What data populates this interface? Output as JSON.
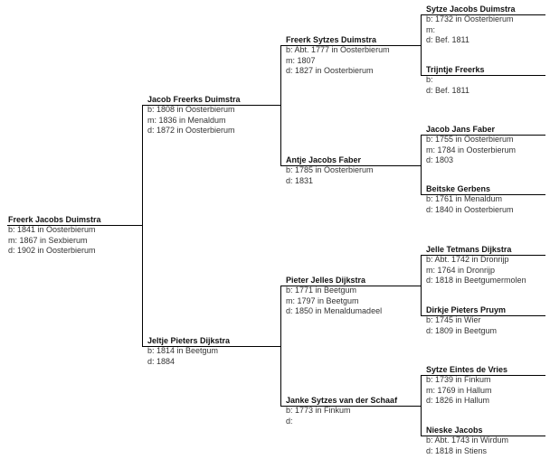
{
  "tree": {
    "root": {
      "name": "Freerk Jacobs Duimstra",
      "details": [
        "b: 1841 in Oosterbierum",
        "m: 1867 in Sexbierum",
        "d: 1902 in Oosterbierum"
      ]
    },
    "parents": [
      {
        "name": "Jacob Freerks Duimstra",
        "details": [
          "b: 1808 in Oosterbierum",
          "m: 1836 in Menaldum",
          "d: 1872 in Oosterbierum"
        ]
      },
      {
        "name": "Jeltje Pieters Dijkstra",
        "details": [
          "b: 1814 in Beetgum",
          "d: 1884"
        ]
      }
    ],
    "grandparents": [
      {
        "name": "Freerk Sytzes Duimstra",
        "details": [
          "b: Abt. 1777 in Oosterbierum",
          "m: 1807",
          "d: 1827 in Oosterbierum"
        ]
      },
      {
        "name": "Antje Jacobs Faber",
        "details": [
          "b: 1785 in Oosterbierum",
          "d: 1831"
        ]
      },
      {
        "name": "Pieter Jelles Dijkstra",
        "details": [
          "b: 1771 in Beetgum",
          "m: 1797 in Beetgum",
          "d: 1850 in Menaldumadeel"
        ]
      },
      {
        "name": "Janke Sytzes van der Schaaf",
        "details": [
          "b: 1773 in Finkum",
          "d:"
        ]
      }
    ],
    "great_grandparents": [
      {
        "name": "Sytze Jacobs Duimstra",
        "details": [
          "b: 1732 in Oosterbierum",
          "m:",
          "d: Bef. 1811"
        ]
      },
      {
        "name": "Trijntje Freerks",
        "details": [
          "b:",
          "d: Bef. 1811"
        ]
      },
      {
        "name": "Jacob Jans Faber",
        "details": [
          "b: 1755 in Oosterbierum",
          "m: 1784 in Oosterbierum",
          "d: 1803"
        ]
      },
      {
        "name": "Beitske Gerbens",
        "details": [
          "b: 1761 in Menaldum",
          "d: 1840 in Oosterbierum"
        ]
      },
      {
        "name": "Jelle Tetmans Dijkstra",
        "details": [
          "b: Abt. 1742 in Dronrijp",
          "m: 1764 in Dronrijp",
          "d: 1818 in Beetgumermolen"
        ]
      },
      {
        "name": "Dirkje Pieters Pruym",
        "details": [
          "b: 1745 in Wier",
          "d: 1809 in Beetgum"
        ]
      },
      {
        "name": "Sytze Eintes de Vries",
        "details": [
          "b: 1739 in Finkum",
          "m: 1769 in Hallum",
          "d: 1826 in Hallum"
        ]
      },
      {
        "name": "Nieske Jacobs",
        "details": [
          "b: Abt. 1743 in Wirdum",
          "d: 1818 in Stiens"
        ]
      }
    ]
  }
}
